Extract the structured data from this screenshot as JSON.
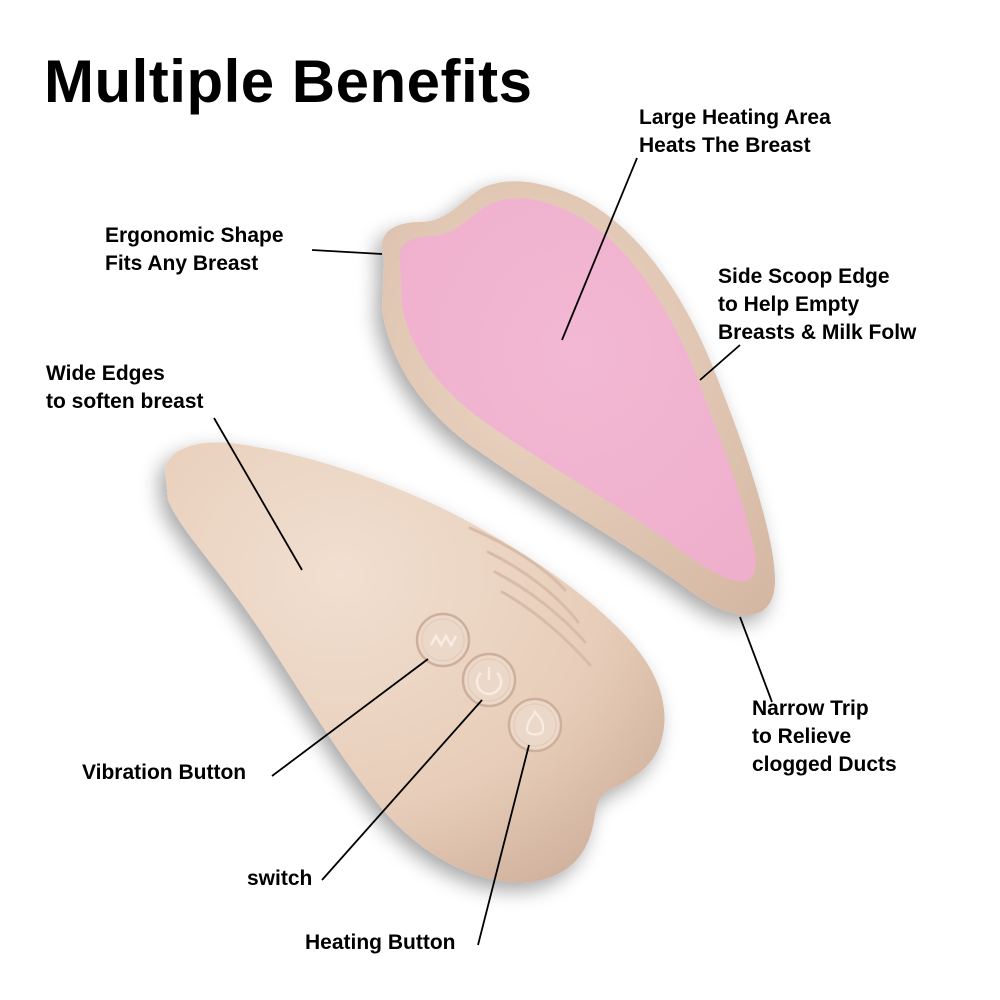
{
  "title": "Multiple Benefits",
  "colors": {
    "device_body": "#e9d2bf",
    "device_shadow": "#c7a996",
    "heating_pad": "#f1b4d0",
    "leader_line": "#000000",
    "text": "#000000",
    "background": "#ffffff"
  },
  "callouts": [
    {
      "id": "large-heating-area",
      "lines": [
        "Large Heating Area",
        "Heats The Breast"
      ]
    },
    {
      "id": "ergonomic-shape",
      "lines": [
        "Ergonomic Shape",
        "Fits Any Breast"
      ]
    },
    {
      "id": "side-scoop-edge",
      "lines": [
        "Side Scoop Edge",
        "to Help Empty",
        "Breasts & Milk Folw"
      ]
    },
    {
      "id": "wide-edges",
      "lines": [
        "Wide Edges",
        "to soften breast"
      ]
    },
    {
      "id": "narrow-trip",
      "lines": [
        "Narrow Trip",
        "to Relieve",
        "clogged Ducts"
      ]
    },
    {
      "id": "vibration-button",
      "lines": [
        "Vibration Button"
      ]
    },
    {
      "id": "switch",
      "lines": [
        "switch"
      ]
    },
    {
      "id": "heating-button",
      "lines": [
        "Heating Button"
      ]
    }
  ],
  "device_buttons": [
    {
      "id": "vibration",
      "icon": "wave-icon"
    },
    {
      "id": "power",
      "icon": "power-icon"
    },
    {
      "id": "heat",
      "icon": "heat-icon"
    }
  ]
}
